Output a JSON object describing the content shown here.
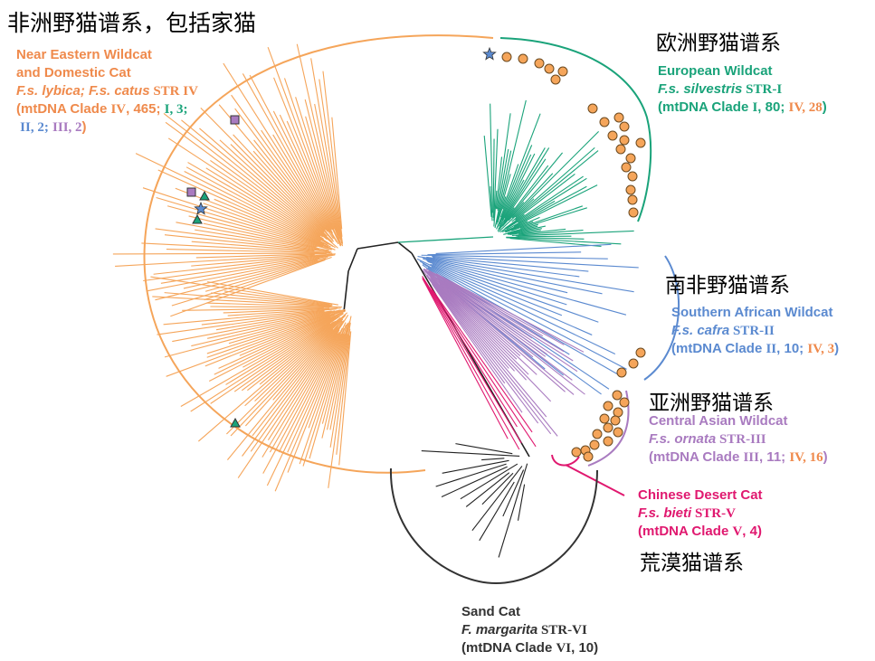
{
  "colors": {
    "lybica": "#f5a55a",
    "lybica_text": "#ef8a4c",
    "silvestris": "#1aa37a",
    "cafra": "#5b8ad0",
    "ornata": "#a97bc0",
    "bieti": "#e0186f",
    "margarita": "#222222",
    "marker_fill": "#f5a55a"
  },
  "headings": {
    "african": "非洲野猫谱系，包括家猫",
    "european": "欧洲野猫谱系",
    "southern": "南非野猫谱系",
    "asian": "亚洲野猫谱系",
    "desert": "荒漠猫谱系"
  },
  "near_eastern": {
    "line1": "Near Eastern Wildcat",
    "line2": "and Domestic Cat",
    "species": "F.s. lybica; F.s. catus",
    "str": " STR IV",
    "clade_open": "(mtDNA Clade ",
    "clade_num": "IV",
    "clade_count": ", 465; ",
    "extra1": "I, 3;",
    "extra2": "II, 2;",
    "extra3": "III, 2",
    "close": ")"
  },
  "european": {
    "line1": "European Wildcat",
    "species": "F.s. silvestris",
    "str": " STR-I",
    "clade_open": "(mtDNA Clade ",
    "clade_num": "I",
    "clade_count": ", 80; ",
    "extra": "IV, 28",
    "close": ")"
  },
  "southern": {
    "line1": "Southern African Wildcat",
    "species": "F.s. cafra",
    "str": " STR-II",
    "clade_open": "(mtDNA Clade ",
    "clade_num": "II",
    "clade_count": ", 10; ",
    "extra": "IV, 3",
    "close": ")"
  },
  "central": {
    "line1": "Central Asian Wildcat",
    "species": "F.s. ornata",
    "str": " STR-III",
    "clade_open": "(mtDNA Clade ",
    "clade_num": "III",
    "clade_count": ", 11; ",
    "extra": "IV, 16",
    "close": ")"
  },
  "chinese": {
    "line1": "Chinese Desert Cat",
    "species": "F.s. bieti",
    "str": " STR-V",
    "clade_open": "(mtDNA Clade ",
    "clade_num": "V",
    "clade_count": ", 4",
    "close": ")"
  },
  "sand": {
    "line1": "Sand Cat",
    "species": "F. margarita",
    "str": " STR-VI",
    "clade_open": "(mtDNA Clade ",
    "clade_num": "VI",
    "clade_count": ", 10",
    "close": ")"
  }
}
